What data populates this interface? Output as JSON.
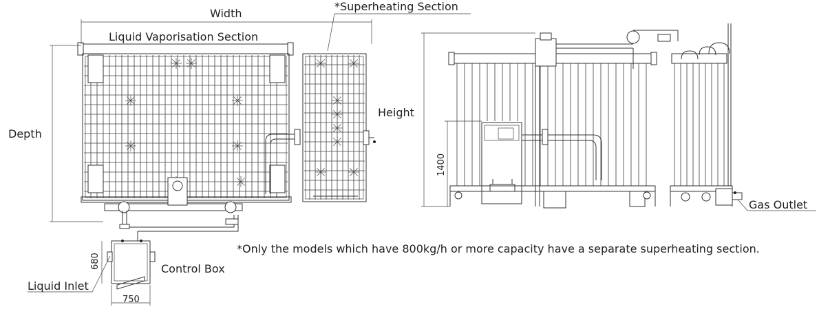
{
  "labels": {
    "width": "Width",
    "superheating_section": "*Superheating Section",
    "liquid_vaporisation_section": "Liquid Vaporisation Section",
    "depth": "Depth",
    "height": "Height",
    "height_1400": "1400",
    "control_box": "Control Box",
    "liquid_inlet": "Liquid Inlet",
    "gas_outlet": "Gas Outlet",
    "dim_680": "680",
    "dim_750": "750",
    "footnote": "*Only the models which have 800kg/h or more capacity have a separate superheating section."
  },
  "colors": {
    "line": "#333333",
    "text": "#222222",
    "background": "#ffffff"
  }
}
